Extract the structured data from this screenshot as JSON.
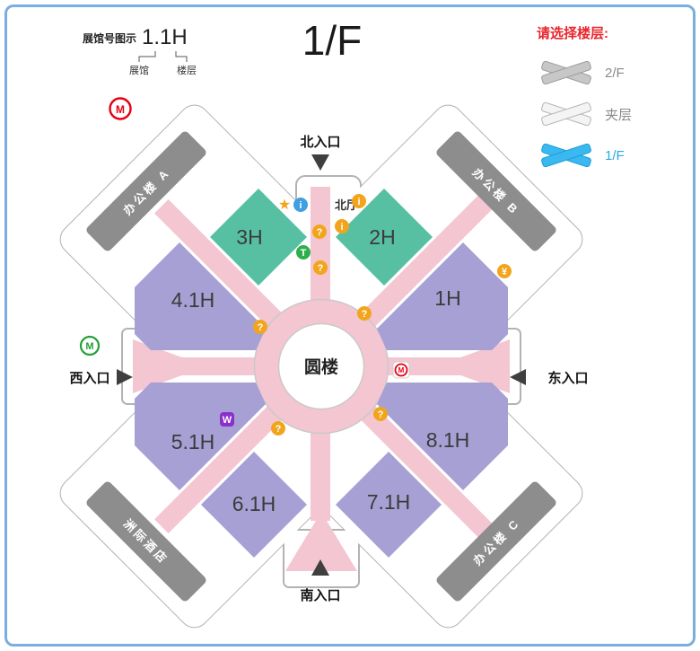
{
  "header": {
    "title": "1/F",
    "legend": {
      "caption": "展馆号图示",
      "example": "1.1H",
      "hall_label": "展馆",
      "floor_label": "楼层"
    },
    "floor_picker": {
      "title": "请选择楼层:",
      "options": [
        {
          "label": "2/F",
          "state": "inactive"
        },
        {
          "label": "夹层",
          "state": "inactive"
        },
        {
          "label": "1/F",
          "state": "active"
        }
      ]
    }
  },
  "map": {
    "center": {
      "label": "圆楼"
    },
    "north_hall": {
      "label": "北厅"
    },
    "halls": [
      {
        "id": "3H",
        "label": "3H",
        "color": "#57c0a2"
      },
      {
        "id": "2H",
        "label": "2H",
        "color": "#57c0a2"
      },
      {
        "id": "4.1H",
        "label": "4.1H",
        "color": "#a6a0d4"
      },
      {
        "id": "1H",
        "label": "1H",
        "color": "#a6a0d4"
      },
      {
        "id": "5.1H",
        "label": "5.1H",
        "color": "#a6a0d4"
      },
      {
        "id": "8.1H",
        "label": "8.1H",
        "color": "#a6a0d4"
      },
      {
        "id": "6.1H",
        "label": "6.1H",
        "color": "#a6a0d4"
      },
      {
        "id": "7.1H",
        "label": "7.1H",
        "color": "#a6a0d4"
      }
    ],
    "buildings": [
      {
        "label": "办公楼 A"
      },
      {
        "label": "办公楼 B"
      },
      {
        "label": "洲际酒店"
      },
      {
        "label": "办公楼 C"
      }
    ],
    "entrances": [
      {
        "label": "北入口"
      },
      {
        "label": "南入口"
      },
      {
        "label": "西入口"
      },
      {
        "label": "东入口"
      }
    ],
    "icons": {
      "metro": "M",
      "info": "?",
      "star": "★",
      "service": "i",
      "taxi": "T",
      "shop": "¥",
      "restroom": "W"
    },
    "colors": {
      "hall_purple": "#a6a0d4",
      "hall_green": "#57c0a2",
      "corridor_pink": "#f3c6d2",
      "building_gray": "#8d8d8d",
      "outline_gray": "#b3b3b3",
      "active_floor_blue": "#3bb8ef",
      "metro_red": "#e60012",
      "metro_green": "#21a038",
      "info_amber": "#f2a51c",
      "picker_title_red": "#e8262d",
      "frame_blue": "#79aede"
    }
  }
}
